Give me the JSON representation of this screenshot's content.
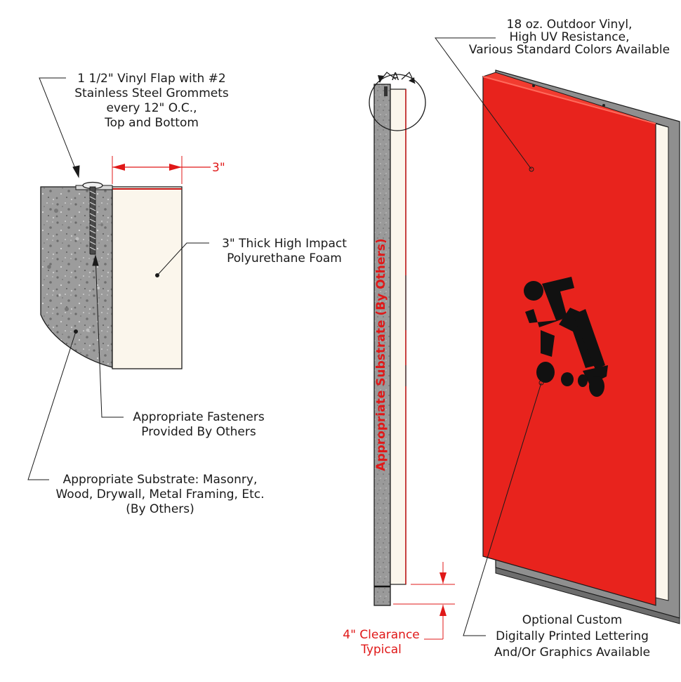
{
  "labels": {
    "vinyl_flap": [
      "1 1/2\" Vinyl Flap with #2",
      "Stainless Steel Grommets",
      "every 12\" O.C.,",
      "Top and Bottom"
    ],
    "thickness_dim": "3\"",
    "foam": [
      "3\" Thick High Impact",
      "Polyurethane Foam"
    ],
    "fasteners": [
      "Appropriate Fasteners",
      "Provided By Others"
    ],
    "substrate": [
      "Appropriate Substrate: Masonry,",
      "Wood, Drywall, Metal Framing, Etc.",
      "(By Others)"
    ],
    "detail_marker": "A",
    "vertical_substrate": "Appropriate Substrate (By Others)",
    "vinyl": [
      "18 oz. Outdoor Vinyl,",
      "High UV Resistance,",
      "Various Standard Colors Available"
    ],
    "clearance": [
      "4\" Clearance",
      "Typical"
    ],
    "graphics": [
      "Optional Custom",
      "Digitally Printed Lettering",
      "And/Or Graphics Available"
    ]
  },
  "colors": {
    "vinyl_red": "#e8231d",
    "dimension_red": "#e01818",
    "foam": "#fbf6ec",
    "concrete": "#9a9a9a"
  },
  "icons": [
    "leader-arrow-icon",
    "detail-circle-icon",
    "running-figure-icon"
  ]
}
